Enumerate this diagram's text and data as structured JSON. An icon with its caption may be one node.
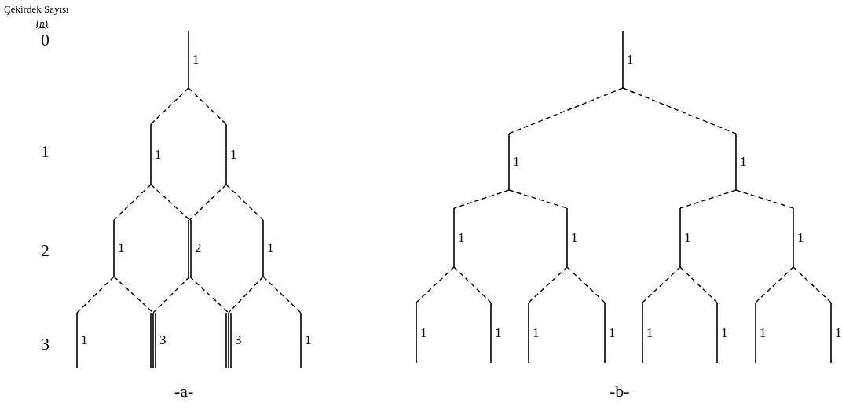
{
  "diagram": {
    "nodes": [
      {
        "text": [],
        "shape": "bar",
        "beside": [
          "1"
        ]
      },
      {
        "text": [],
        "shape": "bar",
        "beside": [
          "1"
        ]
      },
      {
        "text": [],
        "shape": "bar",
        "beside": [
          "1"
        ]
      },
      {
        "text": [],
        "shape": "bar",
        "beside": [
          "1"
        ]
      },
      {
        "text": [],
        "shape": "bar",
        "beside": [
          "2"
        ]
      },
      {
        "text": [],
        "shape": "bar",
        "beside": [
          "1"
        ]
      },
      {
        "text": [],
        "shape": "bar",
        "beside": [
          "1"
        ]
      },
      {
        "text": [],
        "shape": "bar",
        "beside": [
          "3"
        ]
      },
      {
        "text": [],
        "shape": "bar",
        "beside": [
          "3"
        ]
      },
      {
        "text": [],
        "shape": "bar",
        "beside": [
          "1"
        ]
      },
      {
        "text": [],
        "shape": "bar",
        "beside": [
          "1"
        ]
      },
      {
        "text": [],
        "shape": "bar",
        "beside": [
          "1"
        ]
      },
      {
        "text": [],
        "shape": "bar",
        "beside": [
          "1"
        ]
      },
      {
        "text": [],
        "shape": "bar",
        "beside": [
          "1"
        ]
      },
      {
        "text": [],
        "shape": "bar",
        "beside": [
          "1"
        ]
      },
      {
        "text": [],
        "shape": "bar",
        "beside": [
          "1"
        ]
      },
      {
        "text": [],
        "shape": "bar",
        "beside": [
          "1"
        ]
      },
      {
        "text": [],
        "shape": "bar",
        "beside": [
          "1"
        ]
      },
      {
        "text": [],
        "shape": "bar",
        "beside": [
          "1"
        ]
      },
      {
        "text": [],
        "shape": "bar",
        "beside": [
          "1"
        ]
      },
      {
        "text": [],
        "shape": "bar",
        "beside": [
          "1"
        ]
      },
      {
        "text": [],
        "shape": "bar",
        "beside": [
          "1"
        ]
      },
      {
        "text": [],
        "shape": "bar",
        "beside": [
          "1"
        ]
      },
      {
        "text": [],
        "shape": "bar",
        "beside": [
          "1"
        ]
      },
      {
        "text": [],
        "shape": "bar",
        "beside": [
          "1"
        ]
      }
    ],
    "edges": [
      {
        "from": 0,
        "to": 1,
        "arrow": "none",
        "style": "dashed"
      },
      {
        "from": 0,
        "to": 2,
        "arrow": "none",
        "style": "dashed"
      },
      {
        "from": 1,
        "to": 3,
        "arrow": "none",
        "style": "dashed"
      },
      {
        "from": 1,
        "to": 4,
        "arrow": "none",
        "style": "dashed"
      },
      {
        "from": 2,
        "to": 4,
        "arrow": "none",
        "style": "dashed"
      },
      {
        "from": 2,
        "to": 5,
        "arrow": "none",
        "style": "dashed"
      },
      {
        "from": 3,
        "to": 6,
        "arrow": "none",
        "style": "dashed"
      },
      {
        "from": 3,
        "to": 7,
        "arrow": "none",
        "style": "dashed"
      },
      {
        "from": 4,
        "to": 7,
        "arrow": "none",
        "style": "dashed"
      },
      {
        "from": 4,
        "to": 8,
        "arrow": "none",
        "style": "dashed"
      },
      {
        "from": 5,
        "to": 8,
        "arrow": "none",
        "style": "dashed"
      },
      {
        "from": 5,
        "to": 9,
        "arrow": "none",
        "style": "dashed"
      },
      {
        "from": 10,
        "to": 11,
        "arrow": "none",
        "style": "dashed"
      },
      {
        "from": 10,
        "to": 12,
        "arrow": "none",
        "style": "dashed"
      },
      {
        "from": 11,
        "to": 13,
        "arrow": "none",
        "style": "dashed"
      },
      {
        "from": 11,
        "to": 14,
        "arrow": "none",
        "style": "dashed"
      },
      {
        "from": 12,
        "to": 15,
        "arrow": "none",
        "style": "dashed"
      },
      {
        "from": 12,
        "to": 16,
        "arrow": "none",
        "style": "dashed"
      },
      {
        "from": 13,
        "to": 17,
        "arrow": "none",
        "style": "dashed"
      },
      {
        "from": 13,
        "to": 18,
        "arrow": "none",
        "style": "dashed"
      },
      {
        "from": 14,
        "to": 19,
        "arrow": "none",
        "style": "dashed"
      },
      {
        "from": 14,
        "to": 20,
        "arrow": "none",
        "style": "dashed"
      },
      {
        "from": 15,
        "to": 21,
        "arrow": "none",
        "style": "dashed"
      },
      {
        "from": 15,
        "to": 22,
        "arrow": "none",
        "style": "dashed"
      },
      {
        "from": 16,
        "to": 23,
        "arrow": "none",
        "style": "dashed"
      },
      {
        "from": 16,
        "to": 24,
        "arrow": "none",
        "style": "dashed"
      }
    ],
    "labels": [
      "Çekirdek Sayısı",
      "(*n*)",
      "0",
      "1",
      "2",
      "3",
      "-a-",
      "-b-"
    ]
  }
}
